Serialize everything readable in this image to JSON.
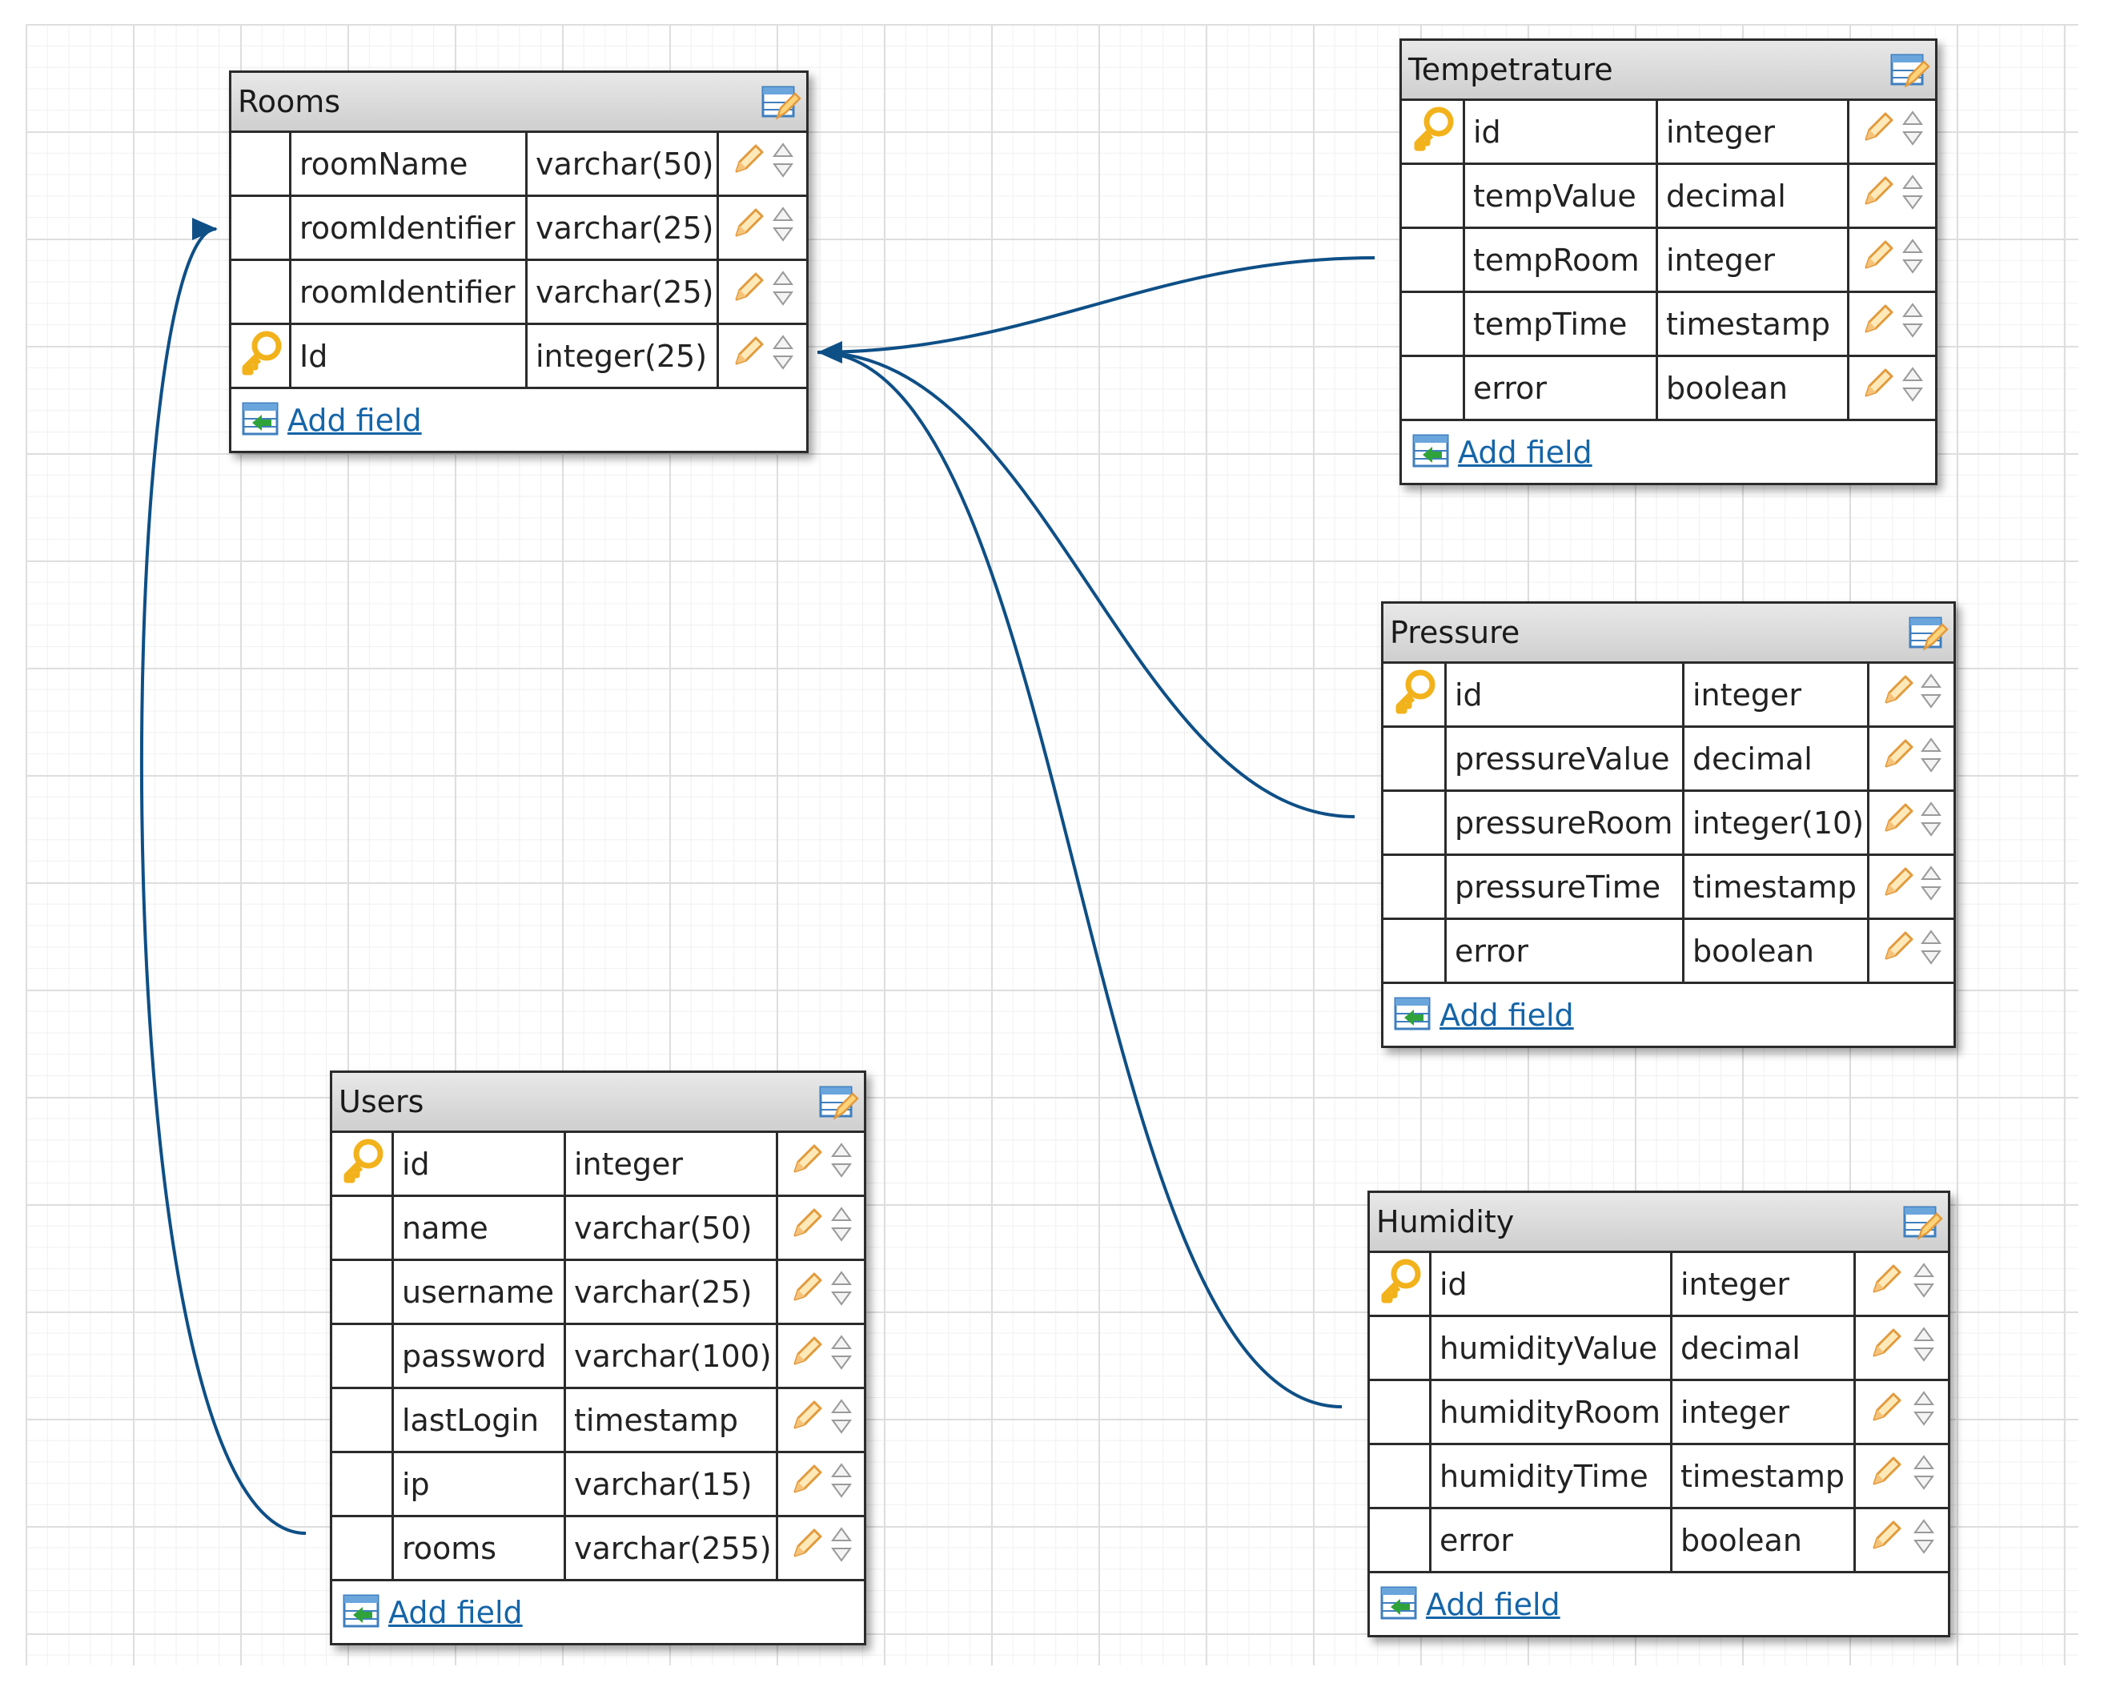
{
  "add_field_label": "Add field",
  "colors": {
    "link_line": "#0e4f86",
    "add_field_link": "#1565a8",
    "key_icon": "#f2b21b"
  },
  "tables": {
    "rooms": {
      "name": "Rooms",
      "fields": [
        {
          "name": "roomName",
          "type": "varchar(50)",
          "primary_key": false
        },
        {
          "name": "roomIdentifier",
          "type": "varchar(25)",
          "primary_key": false
        },
        {
          "name": "roomIdentifier",
          "type": "varchar(25)",
          "primary_key": false
        },
        {
          "name": "Id",
          "type": "integer(25)",
          "primary_key": true
        }
      ]
    },
    "temperature": {
      "name": "Tempetrature",
      "fields": [
        {
          "name": "id",
          "type": "integer",
          "primary_key": true
        },
        {
          "name": "tempValue",
          "type": "decimal",
          "primary_key": false
        },
        {
          "name": "tempRoom",
          "type": "integer",
          "primary_key": false
        },
        {
          "name": "tempTime",
          "type": "timestamp",
          "primary_key": false
        },
        {
          "name": "error",
          "type": "boolean",
          "primary_key": false
        }
      ]
    },
    "pressure": {
      "name": "Pressure",
      "fields": [
        {
          "name": "id",
          "type": "integer",
          "primary_key": true
        },
        {
          "name": "pressureValue",
          "type": "decimal",
          "primary_key": false
        },
        {
          "name": "pressureRoom",
          "type": "integer(10)",
          "primary_key": false
        },
        {
          "name": "pressureTime",
          "type": "timestamp",
          "primary_key": false
        },
        {
          "name": "error",
          "type": "boolean",
          "primary_key": false
        }
      ]
    },
    "users": {
      "name": "Users",
      "fields": [
        {
          "name": "id",
          "type": "integer",
          "primary_key": true
        },
        {
          "name": "name",
          "type": "varchar(50)",
          "primary_key": false
        },
        {
          "name": "username",
          "type": "varchar(25)",
          "primary_key": false
        },
        {
          "name": "password",
          "type": "varchar(100)",
          "primary_key": false
        },
        {
          "name": "lastLogin",
          "type": "timestamp",
          "primary_key": false
        },
        {
          "name": "ip",
          "type": "varchar(15)",
          "primary_key": false
        },
        {
          "name": "rooms",
          "type": "varchar(255)",
          "primary_key": false
        }
      ]
    },
    "humidity": {
      "name": "Humidity",
      "fields": [
        {
          "name": "id",
          "type": "integer",
          "primary_key": true
        },
        {
          "name": "humidityValue",
          "type": "decimal",
          "primary_key": false
        },
        {
          "name": "humidityRoom",
          "type": "integer",
          "primary_key": false
        },
        {
          "name": "humidityTime",
          "type": "timestamp",
          "primary_key": false
        },
        {
          "name": "error",
          "type": "boolean",
          "primary_key": false
        }
      ]
    }
  },
  "relations": [
    {
      "from": "temperature.tempRoom",
      "to": "rooms.Id"
    },
    {
      "from": "pressure.pressureRoom",
      "to": "rooms.Id"
    },
    {
      "from": "humidity.humidityRoom",
      "to": "rooms.Id"
    },
    {
      "from": "users.rooms",
      "to": "rooms.roomIdentifier"
    }
  ]
}
